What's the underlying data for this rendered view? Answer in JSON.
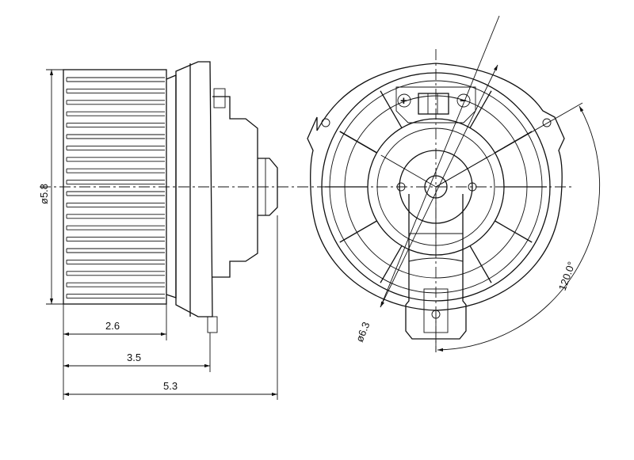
{
  "drawing": {
    "side_view": {
      "diameter_label": "ø5.8",
      "dim_fan_depth": "2.6",
      "dim_body_depth": "3.5",
      "dim_overall_depth": "5.3"
    },
    "front_view": {
      "diameter_label": "ø6.3",
      "angle_label": "120.0°",
      "terminal_positive": "+",
      "terminal_negative": "−"
    },
    "line_color": "#111111"
  }
}
